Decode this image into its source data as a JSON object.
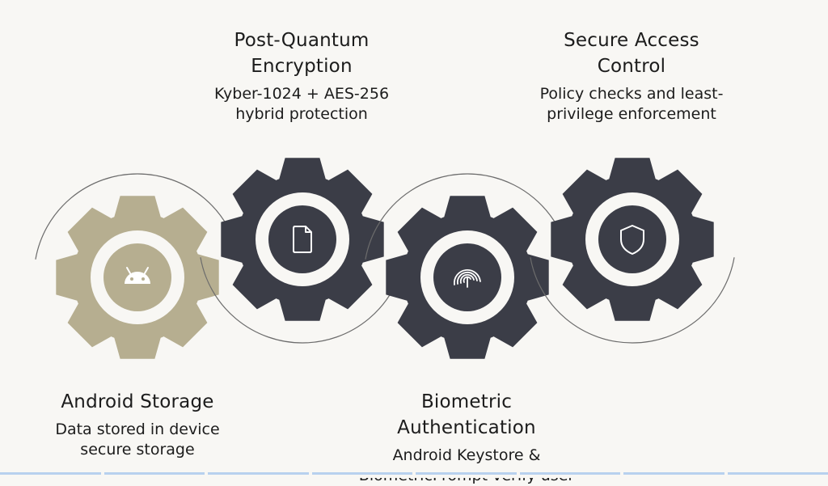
{
  "colors": {
    "background": "#f8f7f4",
    "gear_light": "#b6ae90",
    "gear_dark": "#3b3d47",
    "arc": "#6c6c6c",
    "icon": "#ffffff"
  },
  "steps": [
    {
      "title_lines": [
        "Android Storage"
      ],
      "desc_lines": [
        "Data stored in device",
        "secure storage"
      ],
      "icon": "android-icon",
      "gear_color": "light"
    },
    {
      "title_lines": [
        "Post-Quantum",
        "Encryption"
      ],
      "desc_lines": [
        "Kyber-1024 + AES-256",
        "hybrid protection"
      ],
      "icon": "document-icon",
      "gear_color": "dark"
    },
    {
      "title_lines": [
        "Biometric",
        "Authentication"
      ],
      "desc_lines": [
        "Android Keystore &",
        "BiometricPrompt verify user"
      ],
      "icon": "fingerprint-icon",
      "gear_color": "dark"
    },
    {
      "title_lines": [
        "Secure Access",
        "Control"
      ],
      "desc_lines": [
        "Policy checks and least-",
        "privilege enforcement"
      ],
      "icon": "shield-icon",
      "gear_color": "dark"
    }
  ]
}
